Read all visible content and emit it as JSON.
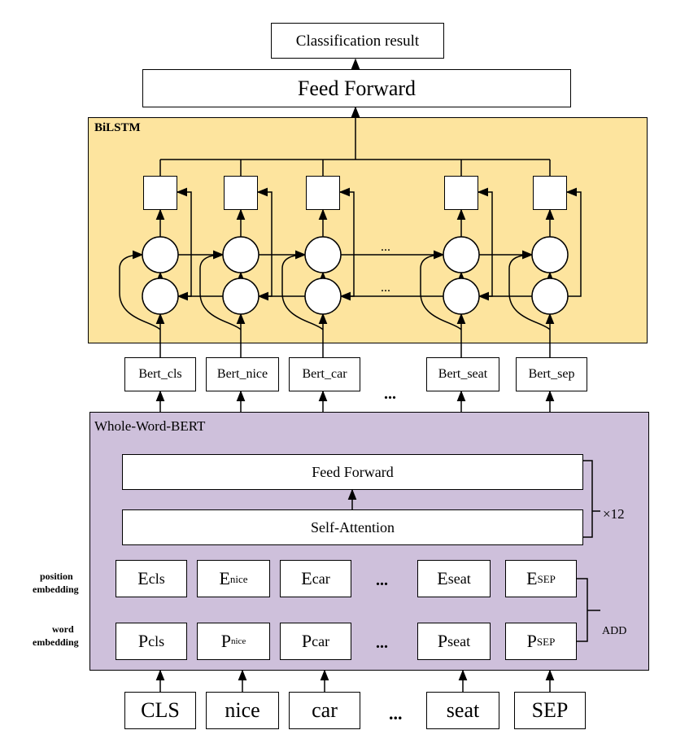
{
  "top": {
    "result": "Classification result",
    "feed_forward": "Feed Forward"
  },
  "bilstm": {
    "title": "BiLSTM",
    "ellipsis_fwd": "...",
    "ellipsis_bwd": "..."
  },
  "bert_outputs": [
    "Bert_cls",
    "Bert_nice",
    "Bert_car",
    "Bert_seat",
    "Bert_sep"
  ],
  "bert_outputs_ellipsis": "...",
  "bert": {
    "title": "Whole-Word-BERT",
    "feed_forward": "Feed Forward",
    "self_attention": "Self-Attention",
    "repeat": "×12",
    "add": "ADD",
    "position_label_1": "position",
    "position_label_2": "embedding",
    "word_label_1": "word",
    "word_label_2": "embedding",
    "position_embeddings": [
      {
        "main": "E",
        "sub": "cls"
      },
      {
        "main": "E",
        "sub": "nice"
      },
      {
        "main": "E",
        "sub": "car"
      },
      {
        "main": "E",
        "sub": "seat"
      },
      {
        "main": "E",
        "sub": "SEP"
      }
    ],
    "word_embeddings": [
      {
        "main": "P",
        "sub": "cls"
      },
      {
        "main": "P",
        "sub": "nice"
      },
      {
        "main": "P",
        "sub": "car"
      },
      {
        "main": "P",
        "sub": "seat"
      },
      {
        "main": "P",
        "sub": "SEP"
      }
    ],
    "ellipsis_e": "...",
    "ellipsis_p": "..."
  },
  "tokens": [
    "CLS",
    "nice",
    "car",
    "seat",
    "SEP"
  ],
  "tokens_ellipsis": "...",
  "colors": {
    "bilstm_fill": "#fde49e",
    "bert_fill": "#cec0db",
    "stroke": "#000000"
  }
}
